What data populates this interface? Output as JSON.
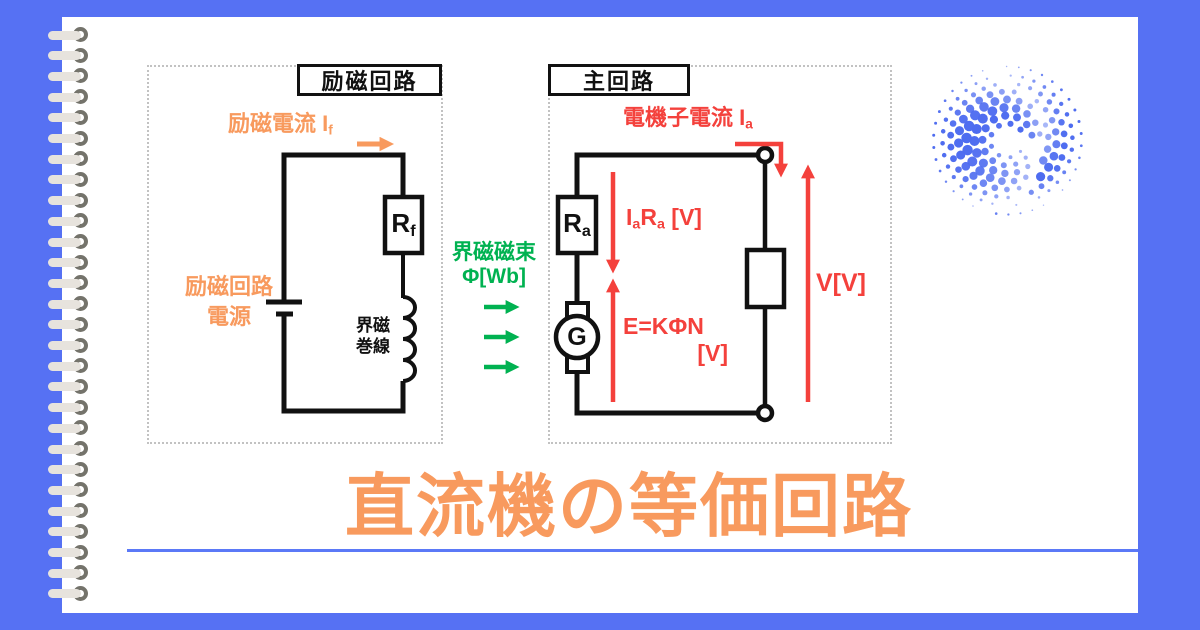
{
  "colors": {
    "frame_blue": "#5671F3",
    "underline_blue": "#5B79F7",
    "accent_orange": "#F89A5E",
    "accent_red": "#F4413C",
    "accent_green": "#00B251",
    "wire_black": "#111111",
    "logo_blue": "#4e6cf0"
  },
  "main_title": "直流機の等価回路",
  "excitation_panel": {
    "title": "励磁回路",
    "current_label": {
      "main": "励磁電流 I",
      "sub": "f"
    },
    "source_label": {
      "line1": "励磁回路",
      "line2": "電源"
    },
    "resistor": {
      "main": "R",
      "sub": "f"
    },
    "winding_label": {
      "line1": "界磁",
      "line2": "巻線"
    }
  },
  "flux_label": {
    "line1": "界磁磁束",
    "line2": "Φ[Wb]"
  },
  "main_panel": {
    "title": "主回路",
    "current_label": {
      "main": "電機子電流 I",
      "sub": "a"
    },
    "resistor": {
      "main": "R",
      "sub": "a"
    },
    "generator": "G",
    "voltage_drop": {
      "p1": "I",
      "s1": "a",
      "p2": "R",
      "s2": "a",
      "p3": " [V]"
    },
    "emf": {
      "line1": "E=KΦN",
      "line2": "[V]"
    },
    "terminal_voltage": "V[V]"
  }
}
